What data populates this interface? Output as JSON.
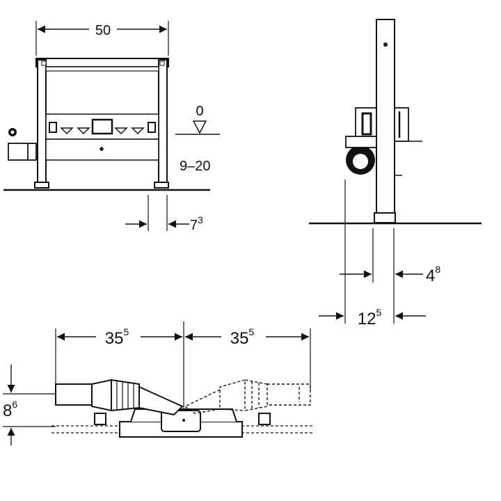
{
  "front_view": {
    "width_dim": "50",
    "floor_level": "0",
    "height_range": "9–20",
    "foot_offset_base": "7",
    "foot_offset_sup": "3"
  },
  "side_view": {
    "depth_inner_base": "4",
    "depth_inner_sup": "8",
    "depth_total_base": "12",
    "depth_total_sup": "5"
  },
  "plan_view": {
    "left_span_base": "35",
    "left_span_sup": "5",
    "right_span_base": "35",
    "right_span_sup": "5",
    "height_base": "8",
    "height_sup": "6"
  }
}
